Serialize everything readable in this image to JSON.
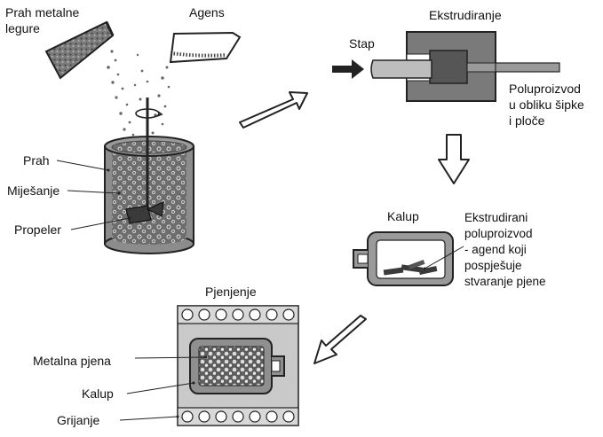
{
  "mixing": {
    "powder_title_line1": "Prah metalne",
    "powder_title_line2": "legure",
    "agent_title": "Agens",
    "label_powder": "Prah",
    "label_mixing": "Miješanje",
    "label_propeller": "Propeler"
  },
  "extrusion": {
    "title": "Ekstrudiranje",
    "label_ram": "Stap",
    "product_line1": "Poluproizvod",
    "product_line2": "u obliku šipke",
    "product_line3": "i ploče"
  },
  "mould": {
    "title": "Kalup",
    "note_line1": "Ekstrudirani",
    "note_line2": "poluproizvod",
    "note_line3": "- agend koji",
    "note_line4": "pospješuje",
    "note_line5": "stvaranje pjene"
  },
  "foaming": {
    "title": "Pjenjenje",
    "label_foam": "Metalna pjena",
    "label_mould": "Kalup",
    "label_heating": "Grijanje"
  }
}
